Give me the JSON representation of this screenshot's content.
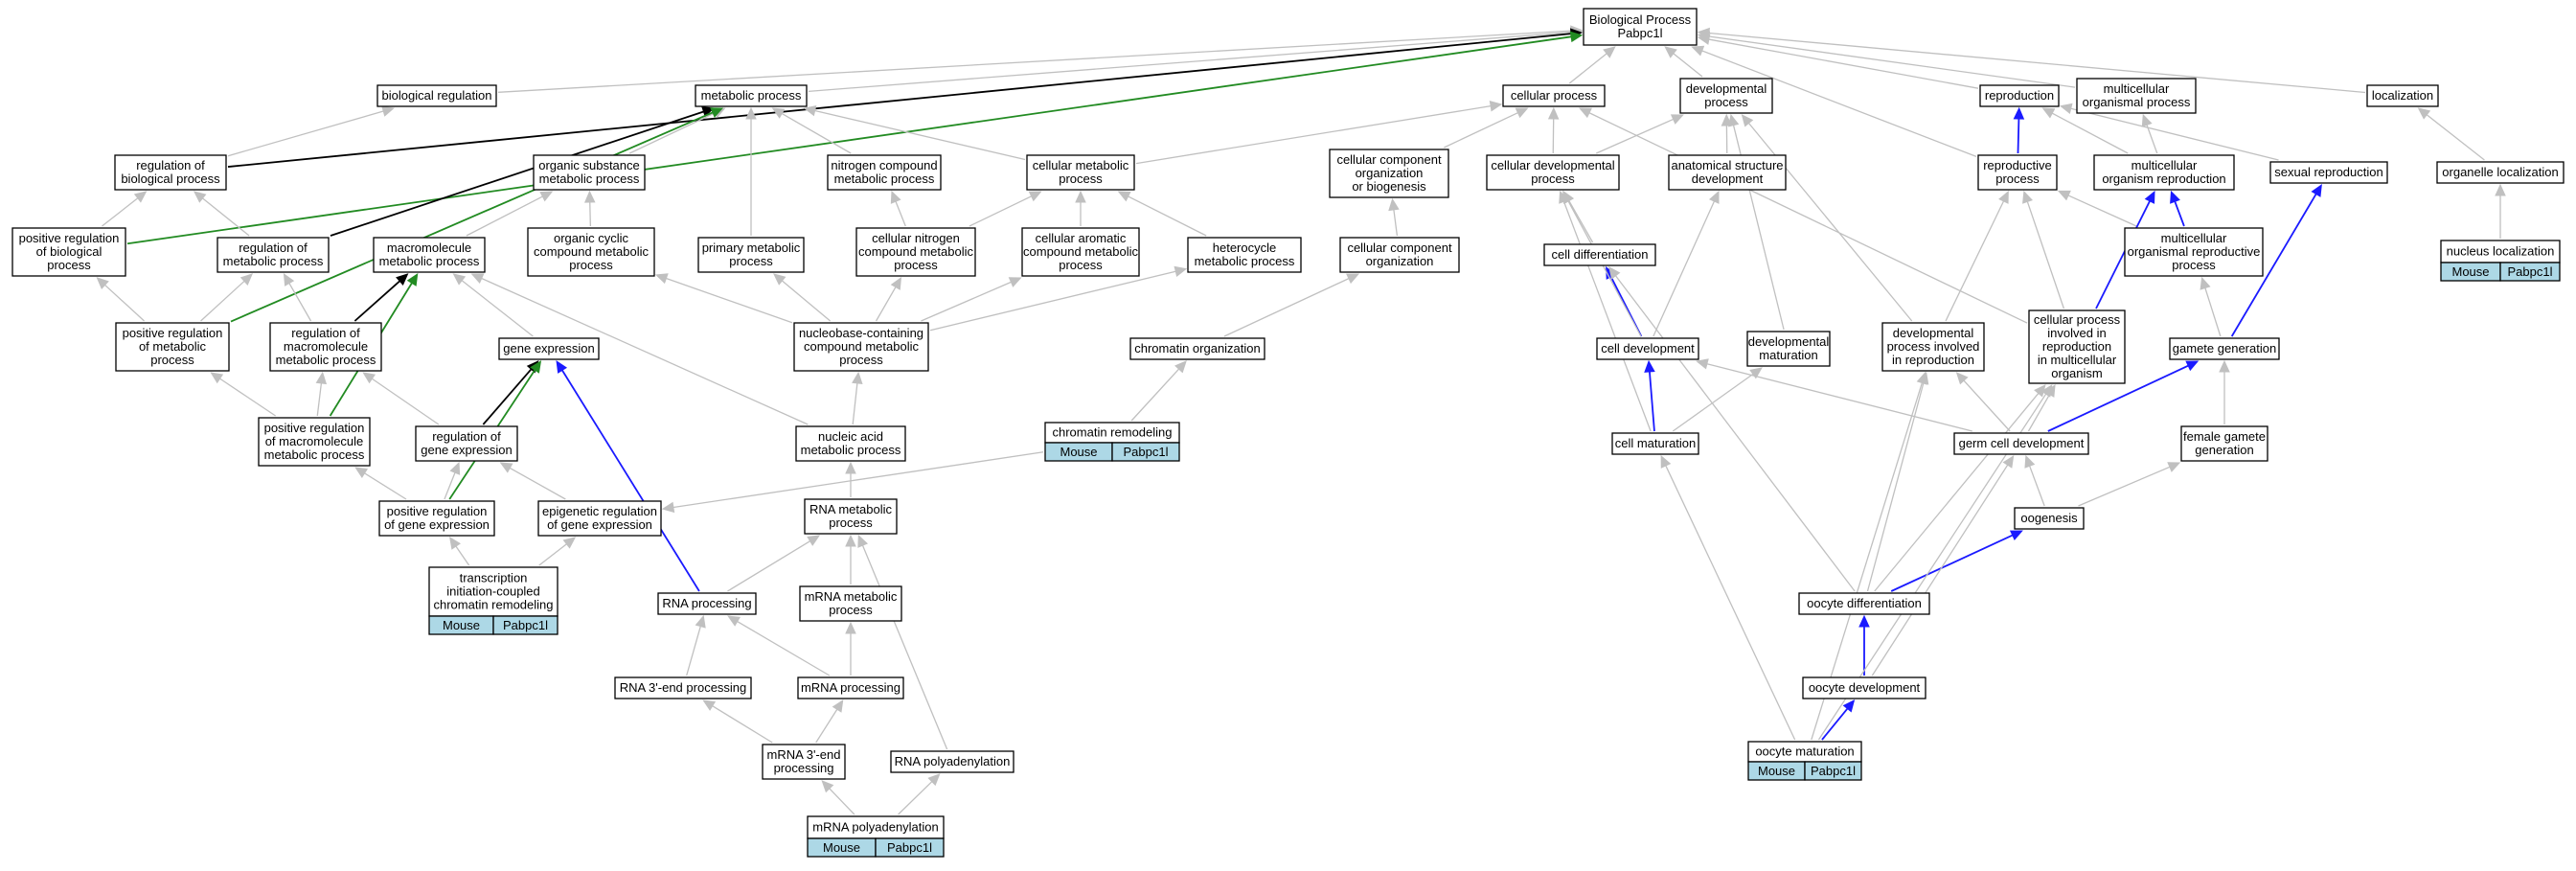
{
  "colors": {
    "is_a": "#c0c0c0",
    "part_of": "#1a1aff",
    "regulates": "#000000",
    "positively_regulates": "#228b22",
    "annotation_cell": "#add8e6"
  },
  "nodes": {
    "bp": {
      "lines": [
        "Biological Process",
        "Pabpc1l"
      ]
    },
    "bio_reg": {
      "lines": [
        "biological regulation"
      ]
    },
    "metabolic": {
      "lines": [
        "metabolic process"
      ]
    },
    "cellular": {
      "lines": [
        "cellular process"
      ]
    },
    "developmental": {
      "lines": [
        "developmental",
        "process"
      ]
    },
    "reproduction": {
      "lines": [
        "reproduction"
      ]
    },
    "multi_org": {
      "lines": [
        "multicellular",
        "organismal process"
      ]
    },
    "localization": {
      "lines": [
        "localization"
      ]
    },
    "reg_bio": {
      "lines": [
        "regulation of",
        "biological process"
      ]
    },
    "org_subst": {
      "lines": [
        "organic substance",
        "metabolic process"
      ]
    },
    "nitro_comp": {
      "lines": [
        "nitrogen compound",
        "metabolic process"
      ]
    },
    "cell_metab": {
      "lines": [
        "cellular metabolic",
        "process"
      ]
    },
    "cell_comp_org_bio": {
      "lines": [
        "cellular component",
        "organization",
        "or biogenesis"
      ]
    },
    "cell_dev_proc": {
      "lines": [
        "cellular developmental",
        "process"
      ]
    },
    "anat_struct": {
      "lines": [
        "anatomical structure",
        "development"
      ]
    },
    "repro_proc": {
      "lines": [
        "reproductive",
        "process"
      ]
    },
    "multi_org_repro": {
      "lines": [
        "multicellular",
        "organism reproduction"
      ]
    },
    "sexual_repro": {
      "lines": [
        "sexual reproduction"
      ]
    },
    "organelle_loc": {
      "lines": [
        "organelle localization"
      ]
    },
    "pos_reg_bio": {
      "lines": [
        "positive regulation",
        "of biological",
        "process"
      ]
    },
    "reg_metab": {
      "lines": [
        "regulation of",
        "metabolic process"
      ]
    },
    "macro_metab": {
      "lines": [
        "macromolecule",
        "metabolic process"
      ]
    },
    "org_cyclic": {
      "lines": [
        "organic cyclic",
        "compound metabolic",
        "process"
      ]
    },
    "primary_metab": {
      "lines": [
        "primary metabolic",
        "process"
      ]
    },
    "cell_nitro": {
      "lines": [
        "cellular nitrogen",
        "compound metabolic",
        "process"
      ]
    },
    "cell_arom": {
      "lines": [
        "cellular aromatic",
        "compound metabolic",
        "process"
      ]
    },
    "hetero": {
      "lines": [
        "heterocycle",
        "metabolic process"
      ]
    },
    "cell_comp_org": {
      "lines": [
        "cellular component",
        "organization"
      ]
    },
    "cell_diff": {
      "lines": [
        "cell differentiation"
      ]
    },
    "multi_org_repro_proc": {
      "lines": [
        "multicellular",
        "organismal reproductive",
        "process"
      ]
    },
    "nucleus_loc": {
      "lines": [
        "nucleus localization"
      ],
      "cells": [
        "Mouse",
        "Pabpc1l"
      ]
    },
    "pos_reg_metab": {
      "lines": [
        "positive regulation",
        "of metabolic",
        "process"
      ]
    },
    "reg_macro": {
      "lines": [
        "regulation of",
        "macromolecule",
        "metabolic process"
      ]
    },
    "gene_expr": {
      "lines": [
        "gene expression"
      ]
    },
    "nucleobase": {
      "lines": [
        "nucleobase-containing",
        "compound metabolic",
        "process"
      ]
    },
    "chrom_org": {
      "lines": [
        "chromatin organization"
      ]
    },
    "cell_dev": {
      "lines": [
        "cell development"
      ]
    },
    "dev_mat": {
      "lines": [
        "developmental",
        "maturation"
      ]
    },
    "dev_proc_repro": {
      "lines": [
        "developmental",
        "process involved",
        "in reproduction"
      ]
    },
    "cell_proc_repro": {
      "lines": [
        "cellular process",
        "involved in",
        "reproduction",
        "in multicellular",
        "organism"
      ]
    },
    "gamete_gen": {
      "lines": [
        "gamete generation"
      ]
    },
    "pos_reg_macro": {
      "lines": [
        "positive regulation",
        "of macromolecule",
        "metabolic process"
      ]
    },
    "reg_gene_expr": {
      "lines": [
        "regulation of",
        "gene expression"
      ]
    },
    "nucleic_acid": {
      "lines": [
        "nucleic acid",
        "metabolic process"
      ]
    },
    "chrom_remod": {
      "lines": [
        "chromatin remodeling"
      ],
      "cells": [
        "Mouse",
        "Pabpc1l"
      ]
    },
    "cell_mat": {
      "lines": [
        "cell maturation"
      ]
    },
    "germ_cell_dev": {
      "lines": [
        "germ cell development"
      ]
    },
    "female_gamete": {
      "lines": [
        "female gamete",
        "generation"
      ]
    },
    "pos_reg_gene": {
      "lines": [
        "positive regulation",
        "of gene expression"
      ]
    },
    "epi_reg": {
      "lines": [
        "epigenetic regulation",
        "of gene expression"
      ]
    },
    "rna_metab": {
      "lines": [
        "RNA metabolic",
        "process"
      ]
    },
    "oogenesis": {
      "lines": [
        "oogenesis"
      ]
    },
    "transcription": {
      "lines": [
        "transcription",
        "initiation-coupled",
        "chromatin remodeling"
      ],
      "cells": [
        "Mouse",
        "Pabpc1l"
      ]
    },
    "rna_proc": {
      "lines": [
        "RNA processing"
      ]
    },
    "mrna_metab": {
      "lines": [
        "mRNA metabolic",
        "process"
      ]
    },
    "oocyte_diff": {
      "lines": [
        "oocyte differentiation"
      ]
    },
    "rna3": {
      "lines": [
        "RNA 3'-end processing"
      ]
    },
    "mrna_proc": {
      "lines": [
        "mRNA processing"
      ]
    },
    "oocyte_dev": {
      "lines": [
        "oocyte development"
      ]
    },
    "mrna3": {
      "lines": [
        "mRNA 3'-end",
        "processing"
      ]
    },
    "rna_polya": {
      "lines": [
        "RNA polyadenylation"
      ]
    },
    "oocyte_mat": {
      "lines": [
        "oocyte maturation"
      ],
      "cells": [
        "Mouse",
        "Pabpc1l"
      ]
    },
    "mrna_polya": {
      "lines": [
        "mRNA polyadenylation"
      ],
      "cells": [
        "Mouse",
        "Pabpc1l"
      ]
    }
  },
  "edges": [
    [
      "bio_reg",
      "bp",
      "is_a"
    ],
    [
      "metabolic",
      "bp",
      "is_a"
    ],
    [
      "cellular",
      "bp",
      "is_a"
    ],
    [
      "developmental",
      "bp",
      "is_a"
    ],
    [
      "reproduction",
      "bp",
      "is_a"
    ],
    [
      "multi_org",
      "bp",
      "is_a"
    ],
    [
      "localization",
      "bp",
      "is_a"
    ],
    [
      "reg_bio",
      "bio_reg",
      "is_a"
    ],
    [
      "reg_bio",
      "bp",
      "regulates"
    ],
    [
      "pos_reg_bio",
      "reg_bio",
      "is_a"
    ],
    [
      "pos_reg_bio",
      "bp",
      "positively_regulates"
    ],
    [
      "org_subst",
      "metabolic",
      "is_a"
    ],
    [
      "nitro_comp",
      "metabolic",
      "is_a"
    ],
    [
      "cell_metab",
      "metabolic",
      "is_a"
    ],
    [
      "cell_metab",
      "cellular",
      "is_a"
    ],
    [
      "primary_metab",
      "metabolic",
      "is_a"
    ],
    [
      "reg_metab",
      "reg_bio",
      "is_a"
    ],
    [
      "reg_metab",
      "metabolic",
      "regulates"
    ],
    [
      "pos_reg_metab",
      "reg_metab",
      "is_a"
    ],
    [
      "pos_reg_metab",
      "pos_reg_bio",
      "is_a"
    ],
    [
      "pos_reg_metab",
      "metabolic",
      "positively_regulates"
    ],
    [
      "macro_metab",
      "org_subst",
      "is_a"
    ],
    [
      "org_cyclic",
      "org_subst",
      "is_a"
    ],
    [
      "cell_nitro",
      "nitro_comp",
      "is_a"
    ],
    [
      "cell_nitro",
      "cell_metab",
      "is_a"
    ],
    [
      "cell_arom",
      "cell_metab",
      "is_a"
    ],
    [
      "hetero",
      "cell_metab",
      "is_a"
    ],
    [
      "reg_macro",
      "reg_metab",
      "is_a"
    ],
    [
      "reg_macro",
      "macro_metab",
      "regulates"
    ],
    [
      "pos_reg_macro",
      "reg_macro",
      "is_a"
    ],
    [
      "pos_reg_macro",
      "pos_reg_metab",
      "is_a"
    ],
    [
      "pos_reg_macro",
      "macro_metab",
      "positively_regulates"
    ],
    [
      "gene_expr",
      "macro_metab",
      "is_a"
    ],
    [
      "reg_gene_expr",
      "reg_macro",
      "is_a"
    ],
    [
      "reg_gene_expr",
      "gene_expr",
      "regulates"
    ],
    [
      "pos_reg_gene",
      "reg_gene_expr",
      "is_a"
    ],
    [
      "pos_reg_gene",
      "pos_reg_macro",
      "is_a"
    ],
    [
      "pos_reg_gene",
      "gene_expr",
      "positively_regulates"
    ],
    [
      "epi_reg",
      "reg_gene_expr",
      "is_a"
    ],
    [
      "transcription",
      "pos_reg_gene",
      "is_a"
    ],
    [
      "transcription",
      "epi_reg",
      "is_a"
    ],
    [
      "nucleobase",
      "org_cyclic",
      "is_a"
    ],
    [
      "nucleobase",
      "primary_metab",
      "is_a"
    ],
    [
      "nucleobase",
      "cell_nitro",
      "is_a"
    ],
    [
      "nucleobase",
      "cell_arom",
      "is_a"
    ],
    [
      "nucleobase",
      "hetero",
      "is_a"
    ],
    [
      "nucleic_acid",
      "nucleobase",
      "is_a"
    ],
    [
      "nucleic_acid",
      "macro_metab",
      "is_a"
    ],
    [
      "rna_metab",
      "nucleic_acid",
      "is_a"
    ],
    [
      "rna_proc",
      "rna_metab",
      "is_a"
    ],
    [
      "rna_proc",
      "gene_expr",
      "part_of"
    ],
    [
      "mrna_metab",
      "rna_metab",
      "is_a"
    ],
    [
      "rna3",
      "rna_proc",
      "is_a"
    ],
    [
      "mrna_proc",
      "rna_proc",
      "is_a"
    ],
    [
      "mrna_proc",
      "mrna_metab",
      "is_a"
    ],
    [
      "mrna3",
      "rna3",
      "is_a"
    ],
    [
      "mrna3",
      "mrna_proc",
      "is_a"
    ],
    [
      "rna_polya",
      "rna_metab",
      "is_a"
    ],
    [
      "mrna_polya",
      "mrna3",
      "is_a"
    ],
    [
      "mrna_polya",
      "rna_polya",
      "is_a"
    ],
    [
      "cell_comp_org_bio",
      "cellular",
      "is_a"
    ],
    [
      "cell_comp_org",
      "cell_comp_org_bio",
      "is_a"
    ],
    [
      "chrom_org",
      "cell_comp_org",
      "is_a"
    ],
    [
      "chrom_remod",
      "chrom_org",
      "is_a"
    ],
    [
      "chrom_remod",
      "epi_reg",
      "is_a"
    ],
    [
      "cell_dev_proc",
      "cellular",
      "is_a"
    ],
    [
      "cell_dev_proc",
      "developmental",
      "is_a"
    ],
    [
      "anat_struct",
      "developmental",
      "is_a"
    ],
    [
      "cell_diff",
      "cell_dev_proc",
      "is_a"
    ],
    [
      "cell_dev",
      "cell_diff",
      "part_of"
    ],
    [
      "cell_dev",
      "cell_dev_proc",
      "is_a"
    ],
    [
      "cell_dev",
      "anat_struct",
      "is_a"
    ],
    [
      "cell_mat",
      "cell_dev",
      "part_of"
    ],
    [
      "cell_mat",
      "cell_dev_proc",
      "is_a"
    ],
    [
      "cell_mat",
      "dev_mat",
      "is_a"
    ],
    [
      "dev_mat",
      "developmental",
      "is_a"
    ],
    [
      "repro_proc",
      "reproduction",
      "part_of"
    ],
    [
      "repro_proc",
      "bp",
      "is_a"
    ],
    [
      "multi_org_repro",
      "reproduction",
      "is_a"
    ],
    [
      "multi_org_repro",
      "multi_org",
      "is_a"
    ],
    [
      "sexual_repro",
      "reproduction",
      "is_a"
    ],
    [
      "organelle_loc",
      "localization",
      "is_a"
    ],
    [
      "nucleus_loc",
      "organelle_loc",
      "is_a"
    ],
    [
      "multi_org_repro_proc",
      "multi_org_repro",
      "part_of"
    ],
    [
      "multi_org_repro_proc",
      "repro_proc",
      "is_a"
    ],
    [
      "dev_proc_repro",
      "repro_proc",
      "is_a"
    ],
    [
      "dev_proc_repro",
      "developmental",
      "is_a"
    ],
    [
      "cell_proc_repro",
      "multi_org_repro",
      "part_of"
    ],
    [
      "cell_proc_repro",
      "repro_proc",
      "is_a"
    ],
    [
      "cell_proc_repro",
      "cellular",
      "is_a"
    ],
    [
      "gamete_gen",
      "sexual_repro",
      "part_of"
    ],
    [
      "gamete_gen",
      "multi_org_repro_proc",
      "is_a"
    ],
    [
      "germ_cell_dev",
      "gamete_gen",
      "part_of"
    ],
    [
      "germ_cell_dev",
      "cell_dev",
      "is_a"
    ],
    [
      "germ_cell_dev",
      "cell_proc_repro",
      "is_a"
    ],
    [
      "germ_cell_dev",
      "dev_proc_repro",
      "is_a"
    ],
    [
      "female_gamete",
      "gamete_gen",
      "is_a"
    ],
    [
      "oogenesis",
      "female_gamete",
      "is_a"
    ],
    [
      "oogenesis",
      "germ_cell_dev",
      "is_a"
    ],
    [
      "oocyte_diff",
      "oogenesis",
      "part_of"
    ],
    [
      "oocyte_diff",
      "cell_diff",
      "is_a"
    ],
    [
      "oocyte_diff",
      "cell_proc_repro",
      "is_a"
    ],
    [
      "oocyte_diff",
      "dev_proc_repro",
      "is_a"
    ],
    [
      "oocyte_dev",
      "oocyte_diff",
      "part_of"
    ],
    [
      "oocyte_dev",
      "germ_cell_dev",
      "is_a"
    ],
    [
      "oocyte_mat",
      "oocyte_dev",
      "part_of"
    ],
    [
      "oocyte_mat",
      "cell_mat",
      "is_a"
    ],
    [
      "oocyte_mat",
      "dev_proc_repro",
      "is_a"
    ],
    [
      "oocyte_mat",
      "cell_proc_repro",
      "is_a"
    ]
  ]
}
